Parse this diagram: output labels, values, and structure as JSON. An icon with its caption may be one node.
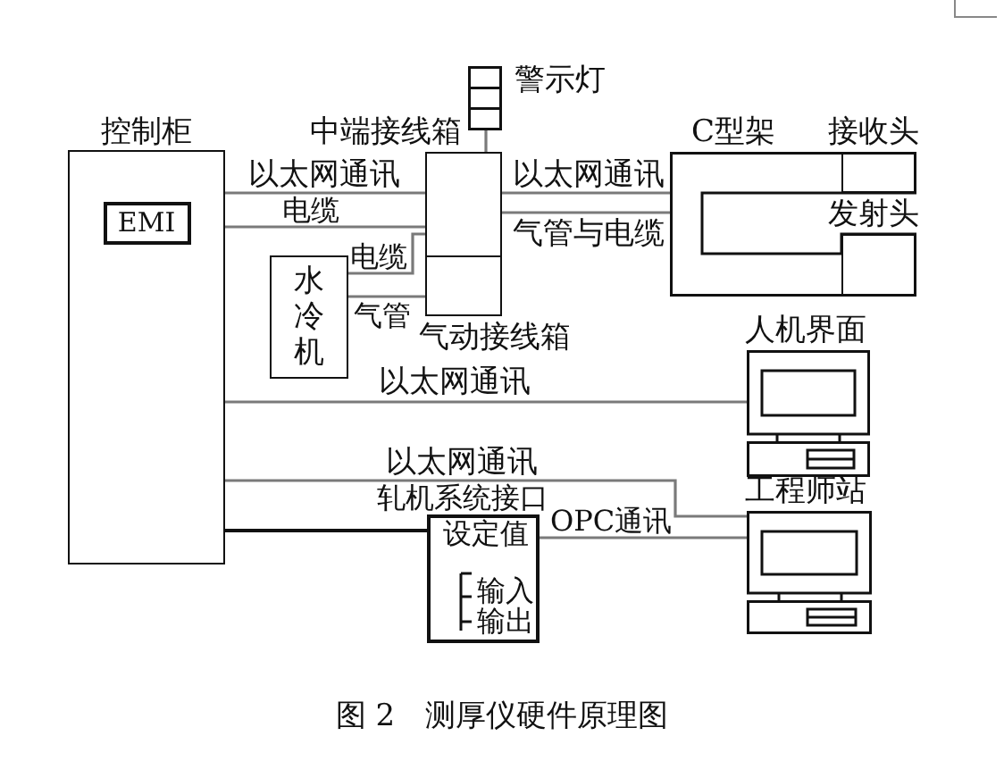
{
  "diagram": {
    "caption": "图 2　测厚仪硬件原理图",
    "nodes": [
      {
        "text": [
          "警示灯"
        ]
      },
      {
        "text": [
          "控制柜"
        ]
      },
      {
        "text": [
          "EMI"
        ],
        "in": 1
      },
      {
        "text": [
          "中端接线箱"
        ]
      },
      {
        "text": [
          "C型架"
        ]
      },
      {
        "text": [
          "接收头"
        ],
        "in": 4
      },
      {
        "text": [
          "发射头"
        ],
        "in": 4
      },
      {
        "text": [
          "水冷机"
        ]
      },
      {
        "text": [
          "气动接线箱"
        ]
      },
      {
        "text": [
          "人机界面"
        ]
      },
      {
        "text": [
          "工程师站"
        ]
      },
      {
        "text": [
          "轧机系统接口",
          "设定值",
          "输入",
          "输出"
        ]
      }
    ],
    "edges": [
      {
        "from": 1,
        "to": 3,
        "arrow": "none",
        "label": "以太网通讯"
      },
      {
        "from": 1,
        "to": 3,
        "arrow": "none",
        "label": "电缆"
      },
      {
        "from": 0,
        "to": 3,
        "arrow": "none"
      },
      {
        "from": 3,
        "to": 4,
        "arrow": "none",
        "label": "以太网通讯"
      },
      {
        "from": 3,
        "to": 4,
        "arrow": "none",
        "label": "气管与电缆"
      },
      {
        "from": 7,
        "to": 3,
        "arrow": "none",
        "label": "电缆"
      },
      {
        "from": 7,
        "to": 8,
        "arrow": "none",
        "label": "气管"
      },
      {
        "from": 1,
        "to": 9,
        "arrow": "none",
        "label": "以太网通讯"
      },
      {
        "from": 1,
        "to": 10,
        "arrow": "none",
        "label": "以太网通讯"
      },
      {
        "from": 1,
        "to": 11,
        "arrow": "none",
        "color": "#111111"
      },
      {
        "from": 11,
        "to": 10,
        "arrow": "none",
        "label": "OPC通讯"
      }
    ]
  }
}
